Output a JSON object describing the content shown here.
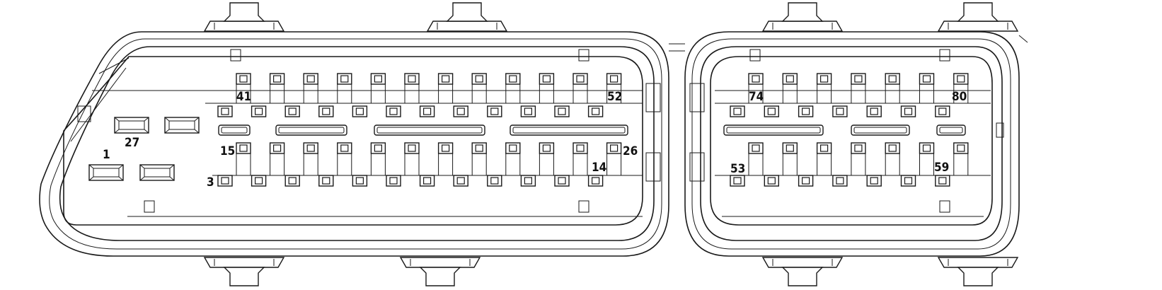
{
  "pin_labels": {
    "p1": "1",
    "p3": "3",
    "p14": "14",
    "p15": "15",
    "p26": "26",
    "p27": "27",
    "p41": "41",
    "p52": "52",
    "p53": "53",
    "p59": "59",
    "p74": "74",
    "p80": "80"
  },
  "connectors": [
    {
      "name": "left",
      "pin_rows": 4,
      "pins_per_row": 12,
      "large_pins": 4
    },
    {
      "name": "right",
      "pin_rows": 4,
      "pins_per_row": 7
    }
  ],
  "colors": {
    "line": "#1a1a1a",
    "background": "#ffffff"
  }
}
